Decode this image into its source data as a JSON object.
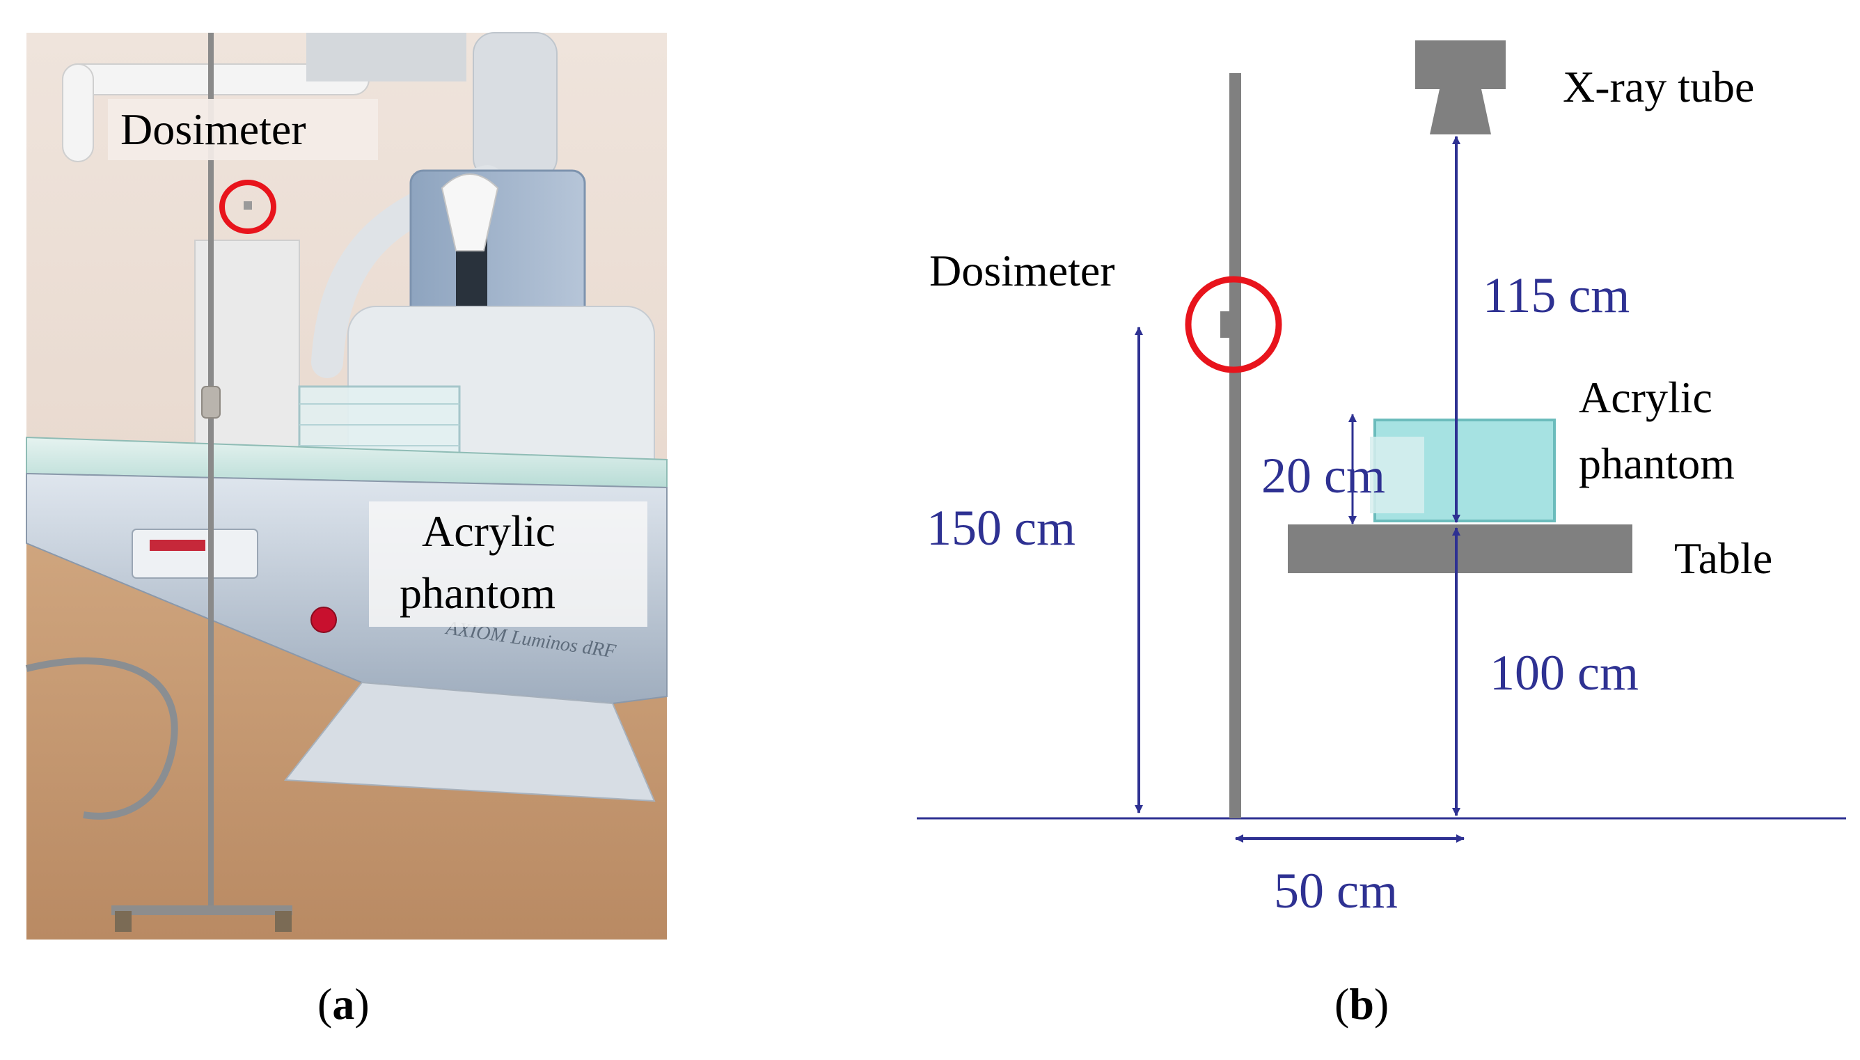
{
  "panel_a": {
    "label_open": "(",
    "label_letter": "a",
    "label_close": ")",
    "dosimeter_label": "Dosimeter",
    "phantom_label_line1": "Acrylic",
    "phantom_label_line2": "phantom",
    "equipment_text": "AXIOM Luminos dRF"
  },
  "panel_b": {
    "label_open": "(",
    "label_letter": "b",
    "label_close": ")",
    "xray_tube_label": "X-ray tube",
    "dosimeter_label": "Dosimeter",
    "phantom_label_line1": "Acrylic",
    "phantom_label_line2": "phantom",
    "table_label": "Table",
    "dim_tube_to_phantom": "115 cm",
    "dim_phantom_height": "20 cm",
    "dim_dosimeter_height": "150 cm",
    "dim_table_height": "100 cm",
    "dim_horizontal": "50 cm"
  },
  "colors": {
    "dimension_blue": "#2e3192",
    "marker_red": "#e8141c",
    "structure_gray": "#808080",
    "phantom_fill": "#a6e2e2",
    "phantom_stroke": "#6cbcbc"
  }
}
